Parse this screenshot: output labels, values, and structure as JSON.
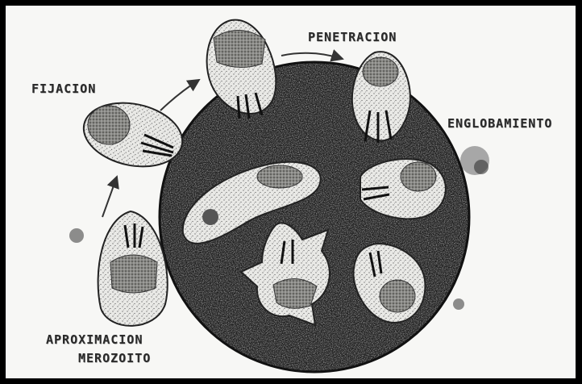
{
  "labels": {
    "fijacion": "FIJACION",
    "penetracion": "PENETRACION",
    "englobamiento": "ENGLOBAMIENTO",
    "aproximacion": "APROXIMACION",
    "merozoito": "MEROZOITO"
  }
}
